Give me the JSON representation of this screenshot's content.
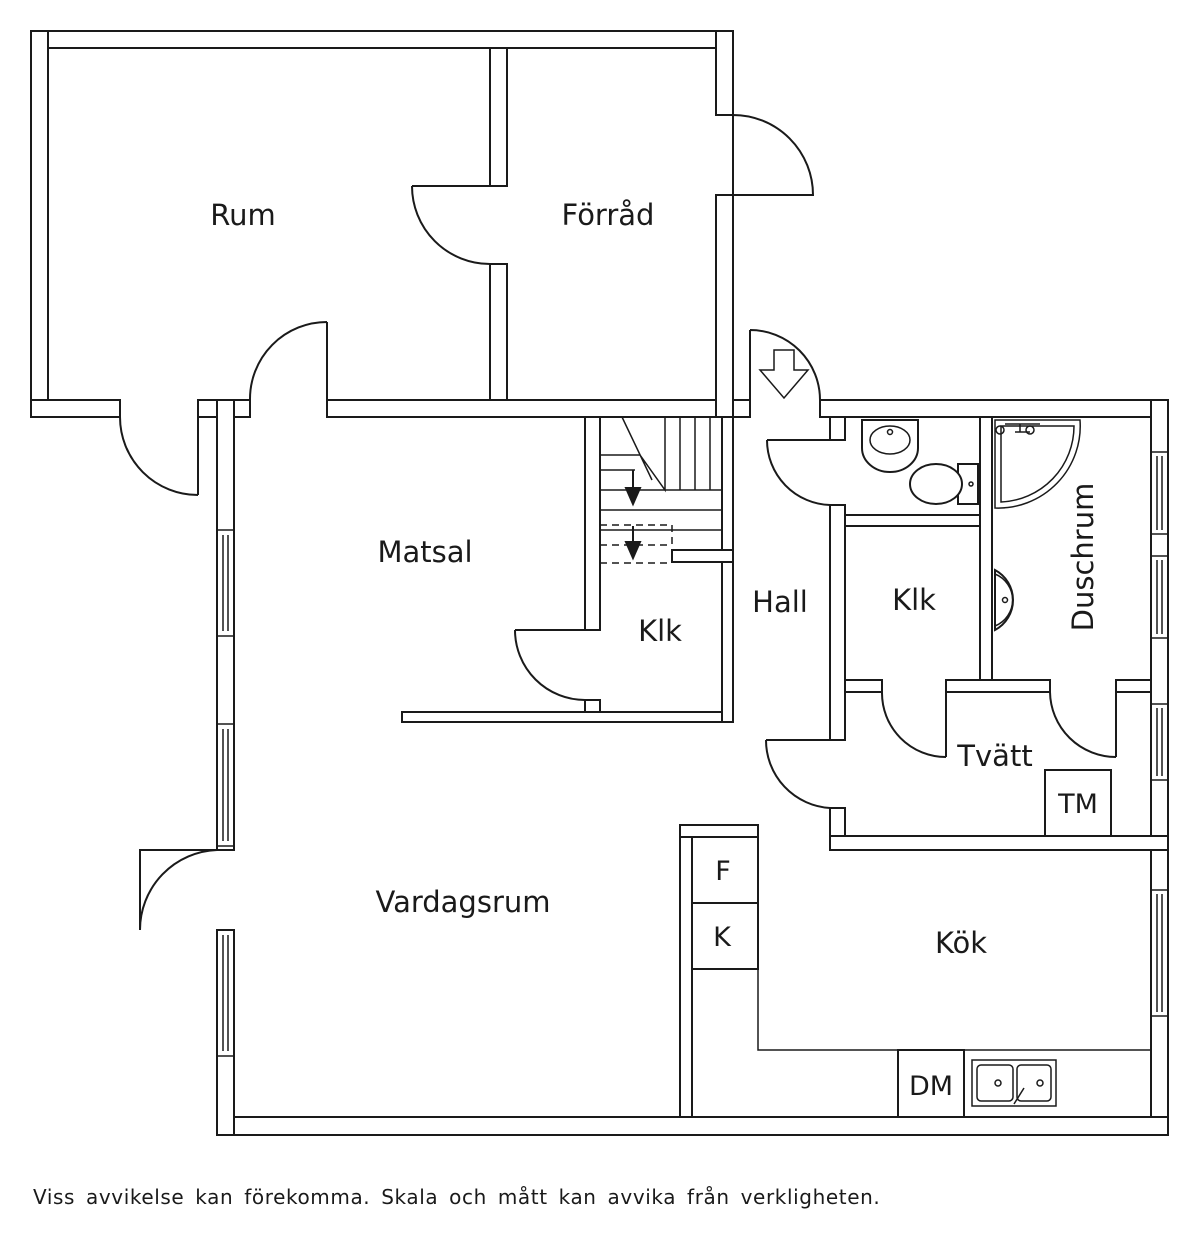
{
  "rooms": {
    "rum": "Rum",
    "forrad": "Förråd",
    "matsal": "Matsal",
    "klk_stairs": "Klk",
    "hall": "Hall",
    "klk_center": "Klk",
    "duschrum": "Duschrum",
    "tvatt": "Tvätt",
    "vardagsrum": "Vardagsrum",
    "kok": "Kök"
  },
  "fixtures": {
    "tm": "TM",
    "fridge": "F",
    "freezer": "K",
    "dishwasher": "DM"
  },
  "footer": {
    "disclaimer": "Viss avvikelse kan förekomma. Skala och mått kan avvika från verkligheten."
  }
}
